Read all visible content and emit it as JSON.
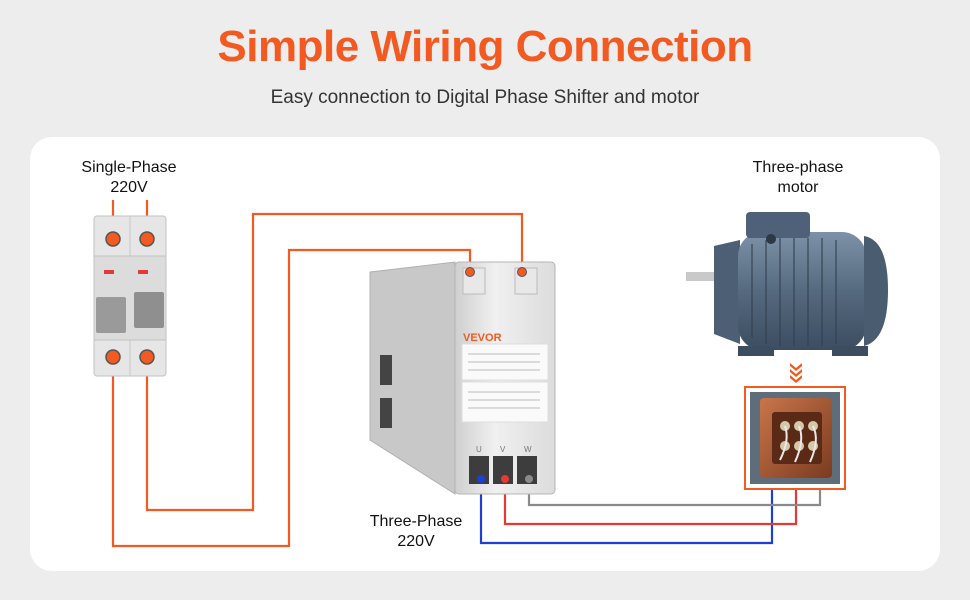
{
  "header": {
    "title": "Simple Wiring Connection",
    "subtitle": "Easy connection to Digital Phase Shifter and motor"
  },
  "labels": {
    "source_line1": "Single-Phase",
    "source_line2": "220V",
    "output_line1": "Three-Phase",
    "output_line2": "220V",
    "motor_line1": "Three-phase",
    "motor_line2": "motor"
  },
  "device": {
    "brand": "VEVOR",
    "terminals": [
      "U",
      "V",
      "W"
    ]
  },
  "colors": {
    "accent": "#f25a22",
    "wire_red": "#e53935",
    "wire_blue": "#1e3fd6",
    "wire_gray": "#8a8a8a",
    "motor_body": "#5a6e85"
  }
}
